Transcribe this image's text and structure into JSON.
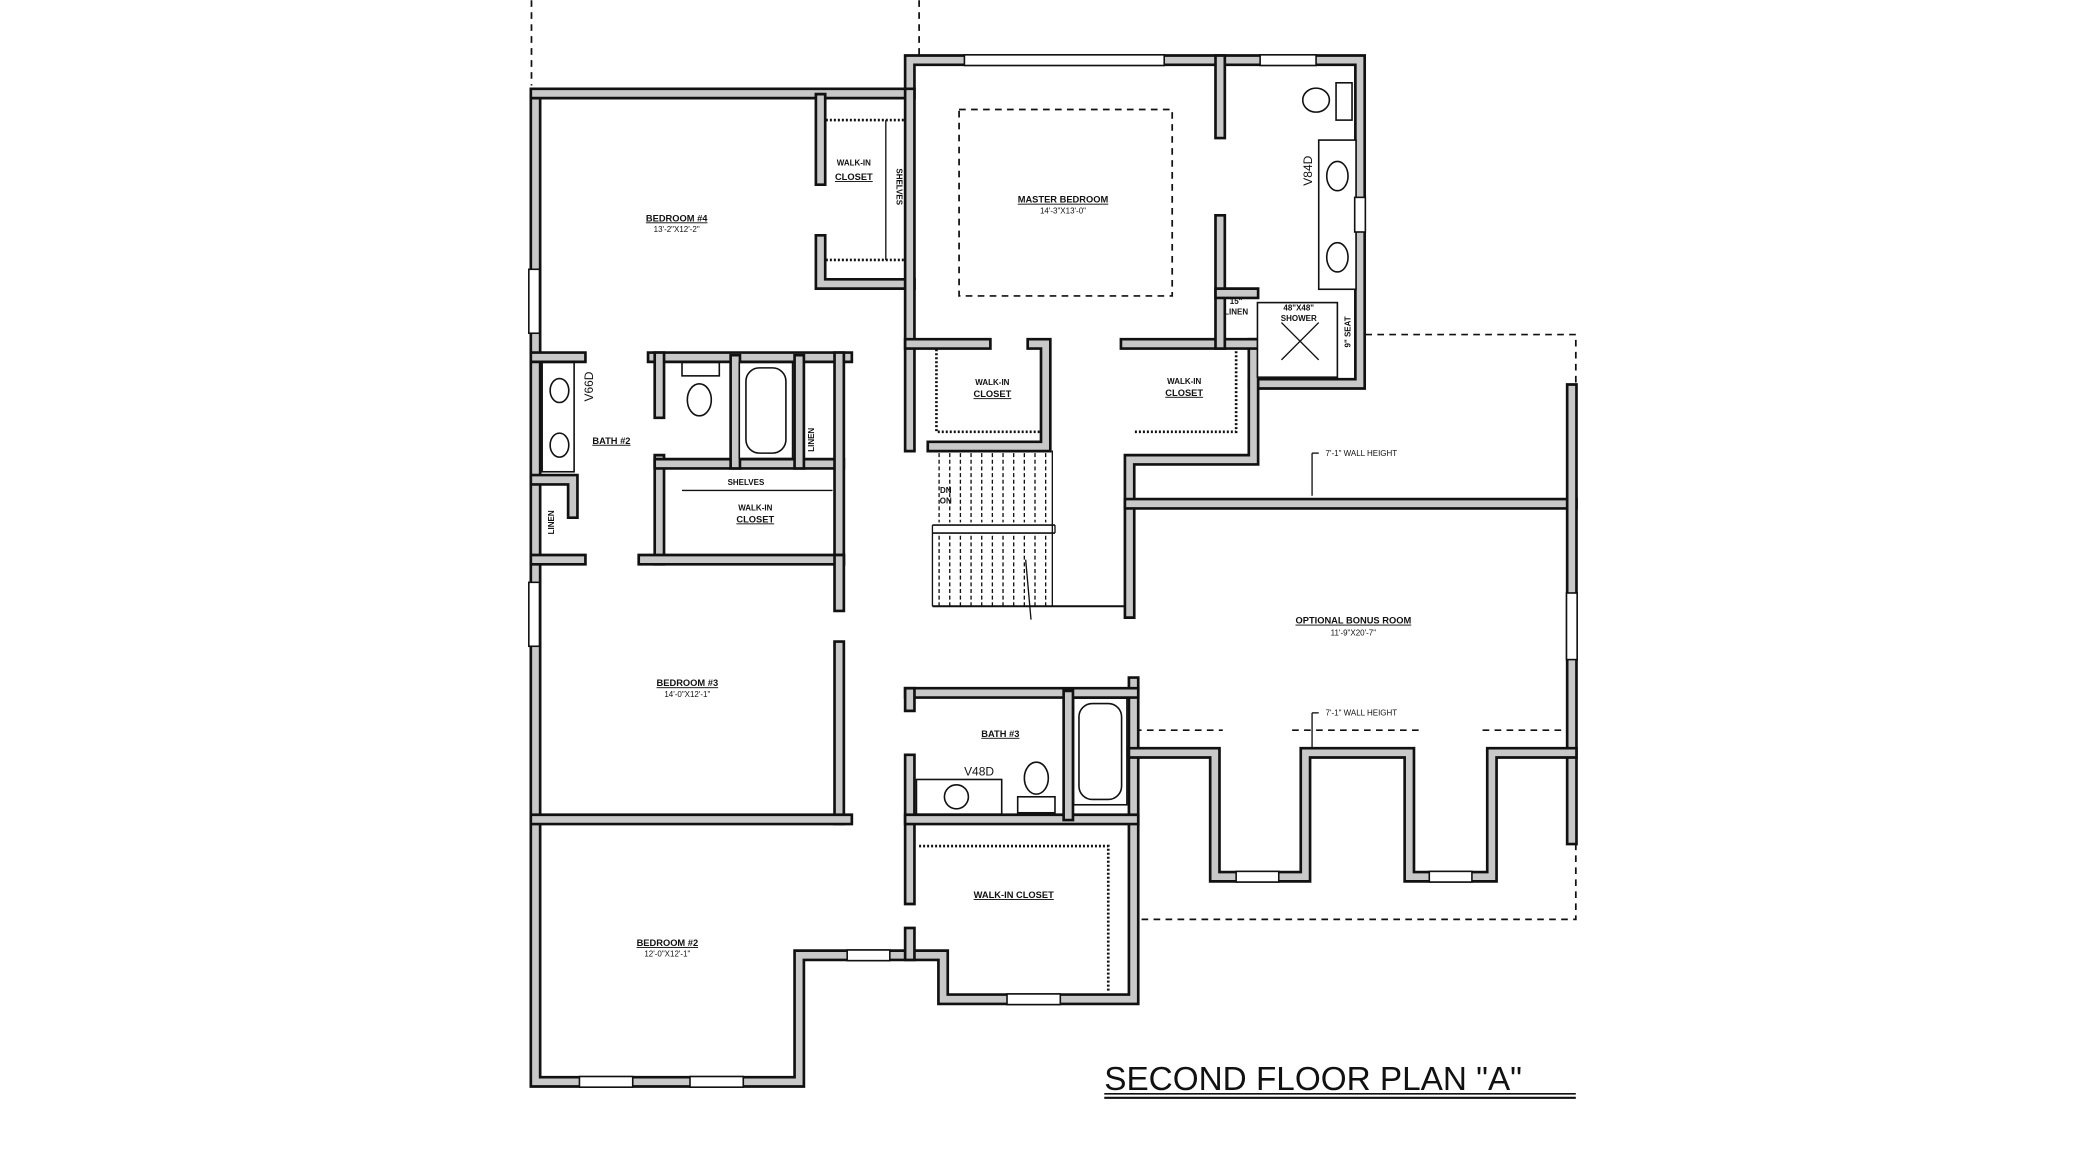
{
  "title": "SECOND FLOOR PLAN \"A\"",
  "colors": {
    "wall_fill": "#c8c8c8",
    "line": "#111111",
    "background": "#ffffff"
  },
  "rooms": {
    "bedroom4": {
      "name": "BEDROOM #4",
      "size": "13'-2\"X12'-2\""
    },
    "master": {
      "name": "MASTER BEDROOM",
      "size": "14'-3\"X13'-0\""
    },
    "bedroom3": {
      "name": "BEDROOM #3",
      "size": "14'-0\"X12'-1\""
    },
    "bedroom2": {
      "name": "BEDROOM #2",
      "size": "12'-0\"X12'-1\""
    },
    "bonus": {
      "name": "OPTIONAL BONUS ROOM",
      "size": "11'-9\"X20'-7\""
    },
    "bath2": "BATH #2",
    "bath3": "BATH #3"
  },
  "labels": {
    "walk_in": "WALK-IN",
    "closet": "CLOSET",
    "walk_in_closet": "WALK-IN CLOSET",
    "shelves": "SHELVES",
    "linen": "LINEN",
    "v84d": "V84D",
    "v66d": "V66D",
    "v48d": "V48D",
    "linen15": "15\"",
    "shower": "48\"X48\"",
    "shower2": "SHOWER",
    "seat": "9\" SEAT",
    "wall_height": "7'-1\" WALL HEIGHT",
    "stair_dn": "DN",
    "stair_on": "ON"
  }
}
